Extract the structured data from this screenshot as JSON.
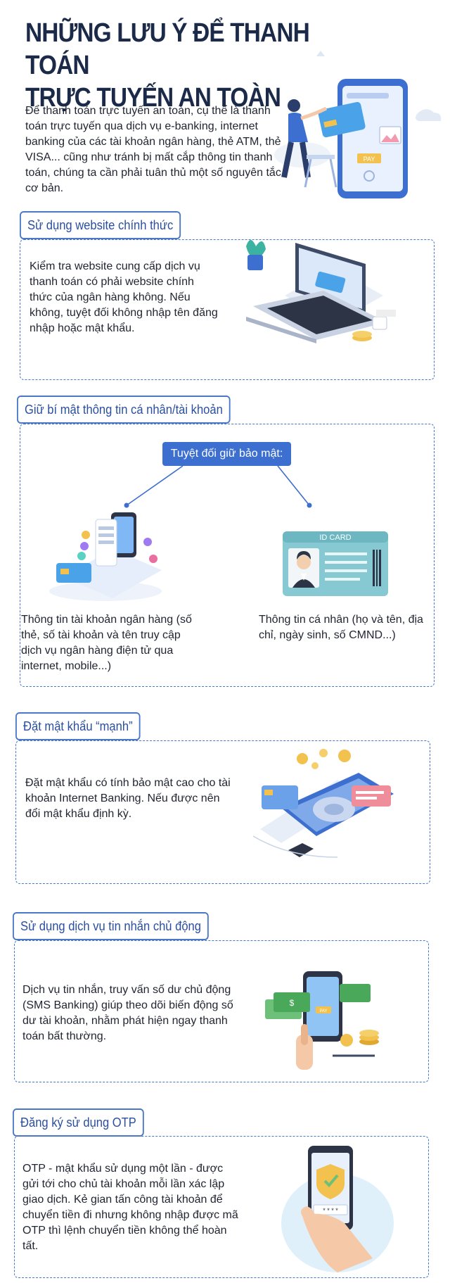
{
  "header": {
    "title_line1": "NHỮNG LƯU Ý ĐỂ THANH TOÁN",
    "title_line2": "TRỰC TUYẾN AN TOÀN",
    "intro": "Để thanh toán trực tuyến an toàn, cụ thể là thanh toán trực tuyến qua dịch vụ e-banking, internet banking của các tài khoản ngân hàng, thẻ ATM, thẻ VISA... cũng như tránh bị mất cắp thông tin thanh toán, chúng ta cần phải tuân thủ một số nguyên tắc cơ bản.",
    "phone_button": "PAY"
  },
  "sections": [
    {
      "heading": "Sử dụng website chính thức",
      "body": "Kiểm tra website cung cấp dịch vụ thanh toán có phải website chính thức của ngân hàng không. Nếu không, tuyệt đối không nhập tên đăng nhập hoặc mật khẩu."
    },
    {
      "heading": "Giữ bí mật thông tin cá nhân/tài khoản",
      "pill": "Tuyệt đối giữ bảo mật:",
      "left_text": "Thông tin tài khoản ngân hàng (số thẻ, số tài khoản và tên truy cập dịch vụ ngân hàng điện tử qua internet, mobile...)",
      "right_text": "Thông tin cá nhân (họ và tên, địa chỉ, ngày sinh, số CMND...)",
      "id_card_label": "ID CARD"
    },
    {
      "heading": "Đặt mật khẩu “mạnh”",
      "body": "Đặt mật khẩu có tính bảo mật cao cho tài khoản Internet Banking. Nếu được nên đổi mật khẩu định kỳ."
    },
    {
      "heading": "Sử dụng dịch vụ tin nhắn chủ động",
      "body": "Dịch vụ tin nhắn, truy vấn số dư chủ động (SMS Banking) giúp theo dõi biến động số dư tài khoản, nhằm phát hiện ngay thanh toán bất thường.",
      "dollar": "$",
      "pay": "PAY"
    },
    {
      "heading": "Đăng ký sử dụng OTP",
      "body": "OTP - mật khẩu sử dụng một lần - được gửi tới cho chủ tài khoản mỗi lần xác lập giao dịch. Kẻ gian tấn công tài khoản để chuyển tiền đi nhưng không nhập được mã OTP thì lệnh chuyển tiền không thể hoàn tất.",
      "otp_mask": "* * * *"
    }
  ],
  "colors": {
    "accent": "#4a78c8",
    "heading": "#1c2a4a",
    "pill": "#3d6fd0"
  }
}
